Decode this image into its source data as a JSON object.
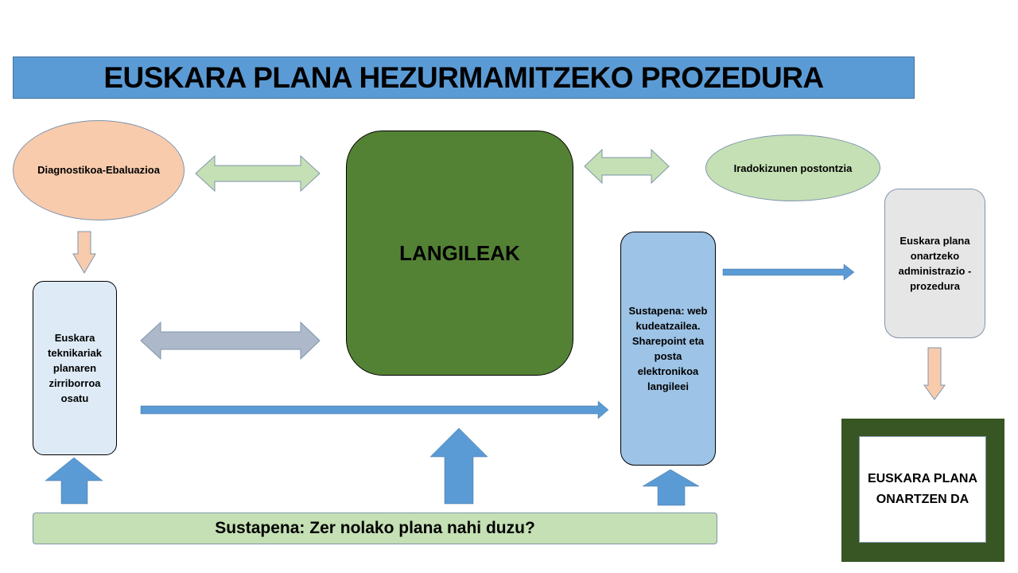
{
  "title": "EUSKARA PLANA HEZURMAMITZEKO PROZEDURA",
  "nodes": {
    "diagnostikoa": "Diagnostikoa-Ebaluazioa",
    "langileak": "LANGILEAK",
    "iradokizunen": "Iradokizunen postontzia",
    "administrazio": "Euskara plana onartzeko administrazio -prozedura",
    "teknikariak": "Euskara teknikariak planaren zirriborroa osatu",
    "sustapena_web": "Sustapena: web kudeatzailea. Sharepoint eta posta elektronikoa langileei",
    "sustapena_plana": "Sustapena: Zer nolako plana nahi duzu?",
    "onartzen": "EUSKARA PLANA ONARTZEN DA"
  },
  "colors": {
    "title_bg": "#5b9bd5",
    "diagnostikoa": "#f8cbad",
    "langileak": "#548235",
    "iradokizunen": "#c5e0b4",
    "administrazio": "#e7e6e6",
    "teknikariak": "#deebf7",
    "sustapena_web": "#9dc3e6",
    "sustapena_plana": "#c5e0b4",
    "onartzen_frame": "#375623",
    "arrow_green": "#c5e0b4",
    "arrow_orange": "#f8cbad",
    "arrow_grey": "#adb9ca",
    "arrow_blue": "#5b9bd5"
  }
}
